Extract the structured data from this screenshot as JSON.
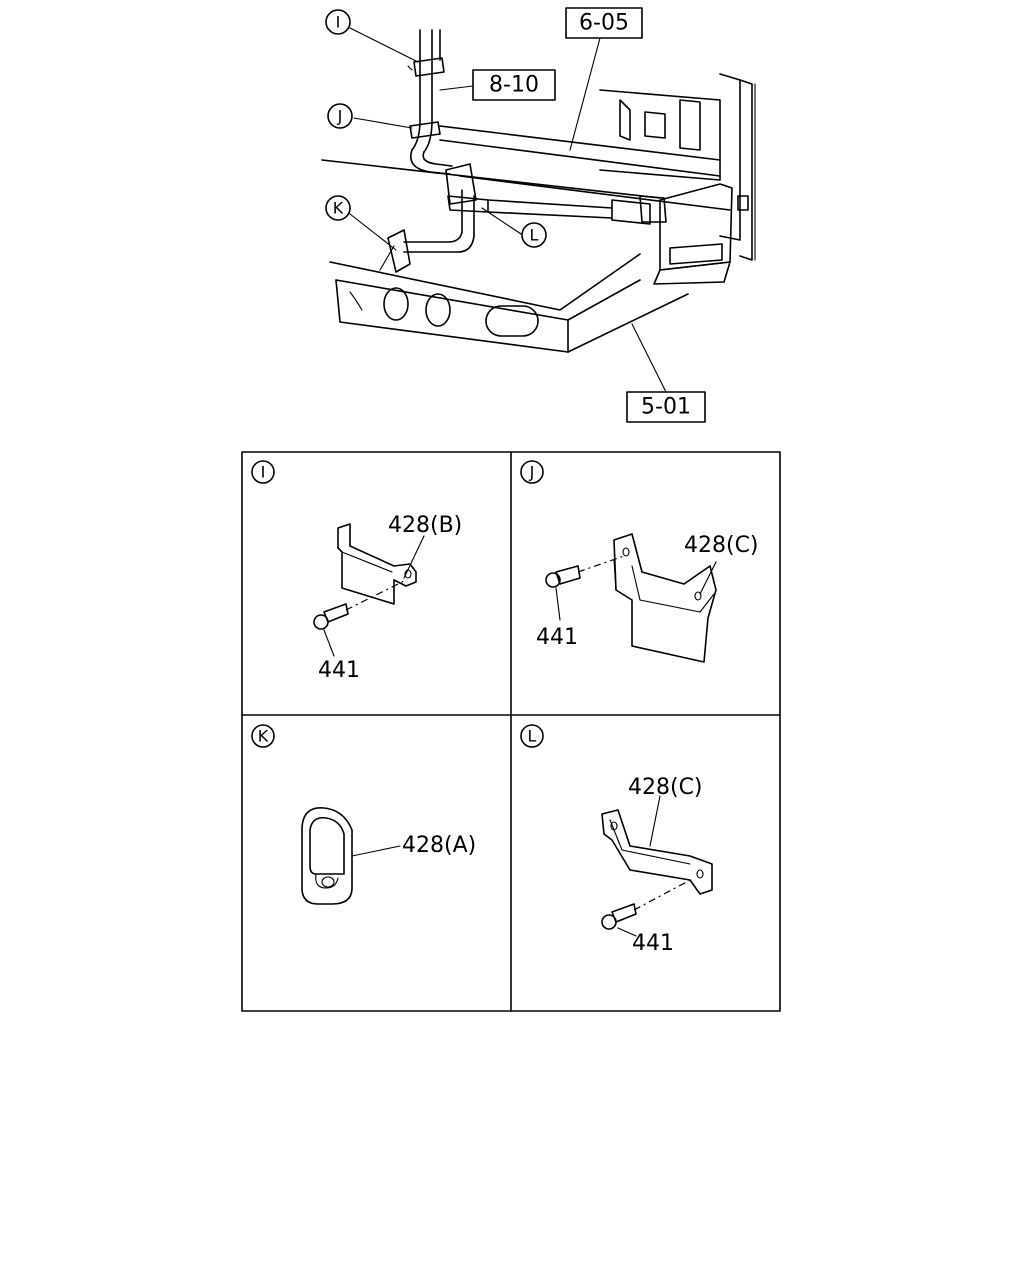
{
  "callouts": {
    "i": "I",
    "j": "J",
    "k": "K",
    "l": "L"
  },
  "references": {
    "ref_605": "6-05",
    "ref_810": "8-10",
    "ref_501": "5-01"
  },
  "panels": {
    "i": {
      "label": "I",
      "bracket": "428(B)",
      "bolt": "441"
    },
    "j": {
      "label": "J",
      "bracket": "428(C)",
      "bolt": "441"
    },
    "k": {
      "label": "K",
      "bracket": "428(A)"
    },
    "l": {
      "label": "L",
      "bracket": "428(C)",
      "bolt": "441"
    }
  }
}
